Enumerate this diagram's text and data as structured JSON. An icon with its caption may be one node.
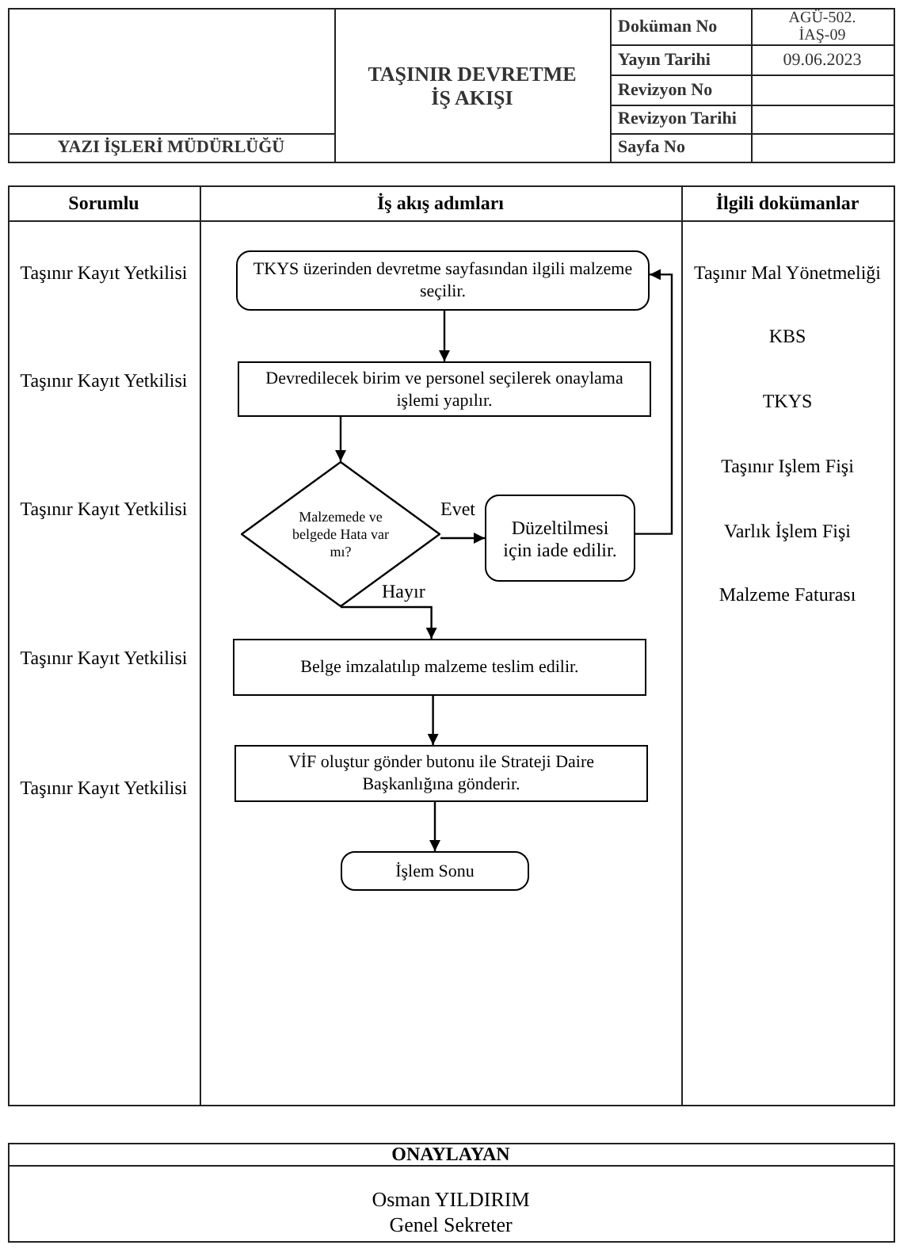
{
  "diagram": {
    "title": "TAŞINIR DEVRETME İŞ AKIŞI",
    "nodes": [
      {
        "text": [
          "TKYS üzerinden devretme sayfasından ilgili malzeme seçilir."
        ]
      },
      {
        "text": [
          "Devredilecek birim ve personel seçilerek onaylama işlemi yapılır."
        ]
      },
      {
        "text": [
          "Malzemede ve belgede Hata var mı?"
        ]
      },
      {
        "text": [
          "Düzeltilmesi için iade edilir."
        ]
      },
      {
        "text": [
          "Belge imzalatılıp malzeme teslim edilir."
        ]
      },
      {
        "text": [
          "VİF oluştur gönder butonu ile Strateji Daire Başkanlığına gönderir."
        ]
      },
      {
        "text": [
          "İşlem Sonu"
        ]
      }
    ],
    "edges": [
      {
        "from": 0,
        "to": 1,
        "arrow": "to"
      },
      {
        "from": 1,
        "to": 2,
        "arrow": "to"
      },
      {
        "from": 2,
        "to": 3,
        "arrow": "to",
        "label": "Evet"
      },
      {
        "from": 3,
        "to": 0,
        "arrow": "to"
      },
      {
        "from": 2,
        "to": 4,
        "arrow": "to",
        "label": "Hayır"
      },
      {
        "from": 4,
        "to": 5,
        "arrow": "to"
      },
      {
        "from": 5,
        "to": 6,
        "arrow": "to"
      }
    ],
    "labels": [
      "Doküman No",
      "AGÜ-502. İAŞ-09",
      "Yayın Tarihi",
      "09.06.2023",
      "Revizyon No",
      "Revizyon Tarihi",
      "Sayfa No",
      "YAZI İŞLERİ MÜDÜRLÜĞÜ",
      "Sorumlu",
      "İş akış adımları",
      "İlgili dokümanlar",
      "Taşınır Kayıt Yetkilisi",
      "Taşınır Kayıt Yetkilisi",
      "Taşınır Kayıt Yetkilisi",
      "Taşınır Kayıt Yetkilisi",
      "Taşınır Kayıt Yetkilisi",
      "Taşınır Mal Yönetmeliği",
      "KBS",
      "TKYS",
      "Taşınır Işlem Fişi",
      "Varlık İşlem Fişi",
      "Malzeme Faturası",
      "ONAYLAYAN",
      "Osman YILDIRIM",
      "Genel Sekreter"
    ]
  }
}
